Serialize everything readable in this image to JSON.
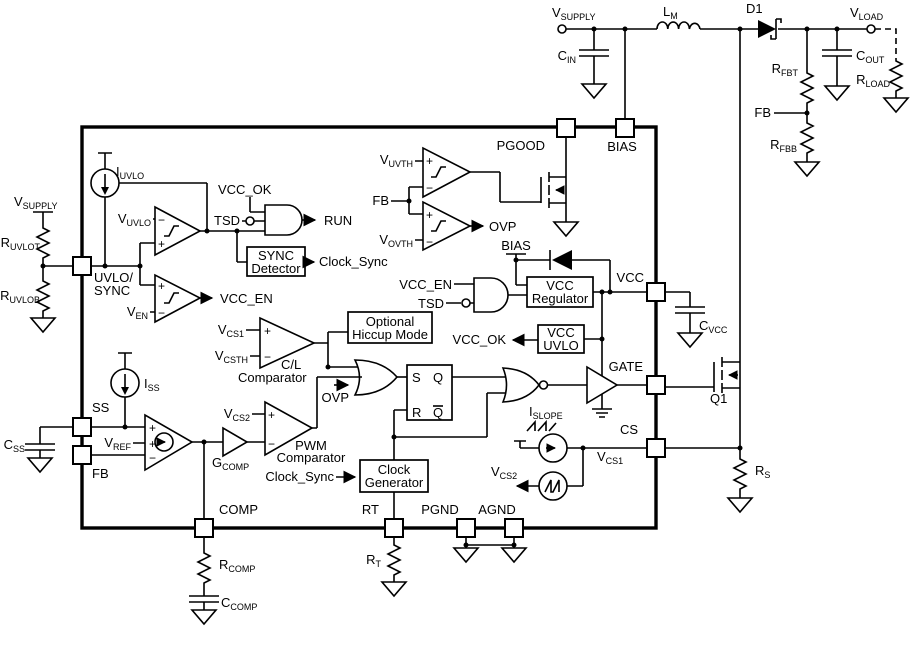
{
  "meta": {
    "background": "#ffffff",
    "line_color": "#000000",
    "diagram_kind": "boost-controller-ic-block-diagram"
  },
  "labels": {
    "vsupply": {
      "t": "V",
      "s": "SUPPLY"
    },
    "cin": {
      "t": "C",
      "s": "IN"
    },
    "lm": {
      "t": "L",
      "s": "M"
    },
    "d1": "D1",
    "vload": {
      "t": "V",
      "s": "LOAD"
    },
    "cout": {
      "t": "C",
      "s": "OUT"
    },
    "rload": {
      "t": "R",
      "s": "LOAD"
    },
    "rfbt": {
      "t": "R",
      "s": "FBT"
    },
    "rfbb": {
      "t": "R",
      "s": "FBB"
    },
    "fb": "FB",
    "ruvlot": {
      "t": "R",
      "s": "UVLOT"
    },
    "ruvlob": {
      "t": "R",
      "s": "UVLOB"
    },
    "css": {
      "t": "C",
      "s": "SS"
    },
    "iuvlo": {
      "t": "I",
      "s": "UVLO"
    },
    "vuvlo": {
      "t": "V",
      "s": "UVLO"
    },
    "ven": {
      "t": "V",
      "s": "EN"
    },
    "iss": {
      "t": "I",
      "s": "SS"
    },
    "vref": {
      "t": "V",
      "s": "REF"
    },
    "vcc_ok": "VCC_OK",
    "tsd": "TSD",
    "run": "RUN",
    "sync_detector": [
      "SYNC",
      "Detector"
    ],
    "clock_sync": "Clock_Sync",
    "vcc_en": "VCC_EN",
    "vuvth": {
      "t": "V",
      "s": "UVTH"
    },
    "vovth": {
      "t": "V",
      "s": "OVTH"
    },
    "ovp": "OVP",
    "bias": "BIAS",
    "vcc": "VCC",
    "vcc_regulator": [
      "VCC",
      "Regulator"
    ],
    "vcc_uvlo": [
      "VCC",
      "UVLO"
    ],
    "cvcc": {
      "t": "C",
      "s": "VCC"
    },
    "vcs1": {
      "t": "V",
      "s": "CS1"
    },
    "vcs2": {
      "t": "V",
      "s": "CS2"
    },
    "vcsth": {
      "t": "V",
      "s": "CSTH"
    },
    "cl": "C/L",
    "pwm": "PWM",
    "comparator": "Comparator",
    "hiccup": [
      "Optional",
      "Hiccup Mode"
    ],
    "s": "S",
    "r": "R",
    "q": "Q",
    "qbar": "Q",
    "islope": {
      "t": "I",
      "s": "SLOPE"
    },
    "gcomp": {
      "t": "G",
      "s": "COMP"
    },
    "clock_generator": [
      "Clock",
      "Generator"
    ],
    "rcomp": {
      "t": "R",
      "s": "COMP"
    },
    "ccomp": {
      "t": "C",
      "s": "COMP"
    },
    "rt": {
      "t": "R",
      "s": "T"
    },
    "rs": {
      "t": "R",
      "s": "S"
    },
    "q1": "Q1",
    "plus": "+",
    "minus": "−"
  },
  "pins": {
    "uvlo_sync": [
      "UVLO/",
      "SYNC"
    ],
    "ss": "SS",
    "fb": "FB",
    "pgood": "PGOOD",
    "bias": "BIAS",
    "vcc": "VCC",
    "gate": "GATE",
    "cs": "CS",
    "comp": "COMP",
    "rt": "RT",
    "pgnd": "PGND",
    "agnd": "AGND"
  }
}
